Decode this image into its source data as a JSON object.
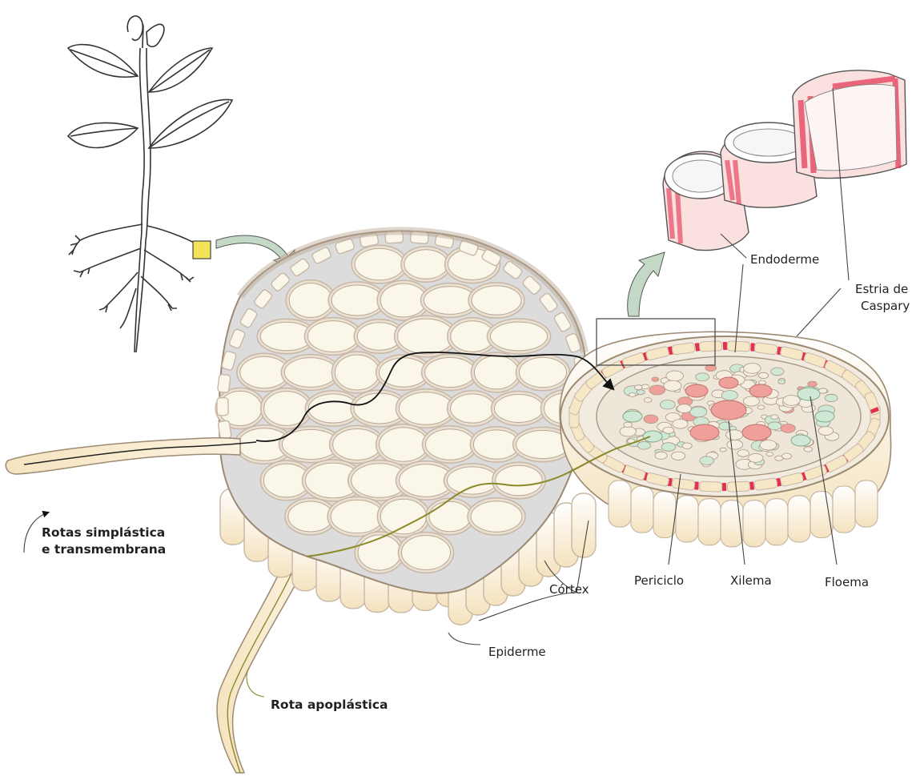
{
  "labels": {
    "endoderme": "Endoderme",
    "estria_line1": "Estria de",
    "estria_line2": "Caspary",
    "rotas_line1": "Rotas simplástica",
    "rotas_line2": "e transmembrana",
    "cortex": "Córtex",
    "periciclo": "Periciclo",
    "xilema": "Xilema",
    "floema": "Floema",
    "epiderme": "Epiderme",
    "apoplastica": "Rota apoplástica"
  },
  "colors": {
    "wall": "#c8b7a6",
    "cell": "#fbf6ea",
    "intercellular": "#dcdcdc",
    "casparian": "#e2304f",
    "phloem": "#cfe8d6",
    "xylem": "#f0a09a",
    "epidermis": "#f6e7c7",
    "apoplast_path": "#8a8a2a",
    "arrow_bg": "#c3d9c6",
    "marker": "#f3e35b"
  }
}
